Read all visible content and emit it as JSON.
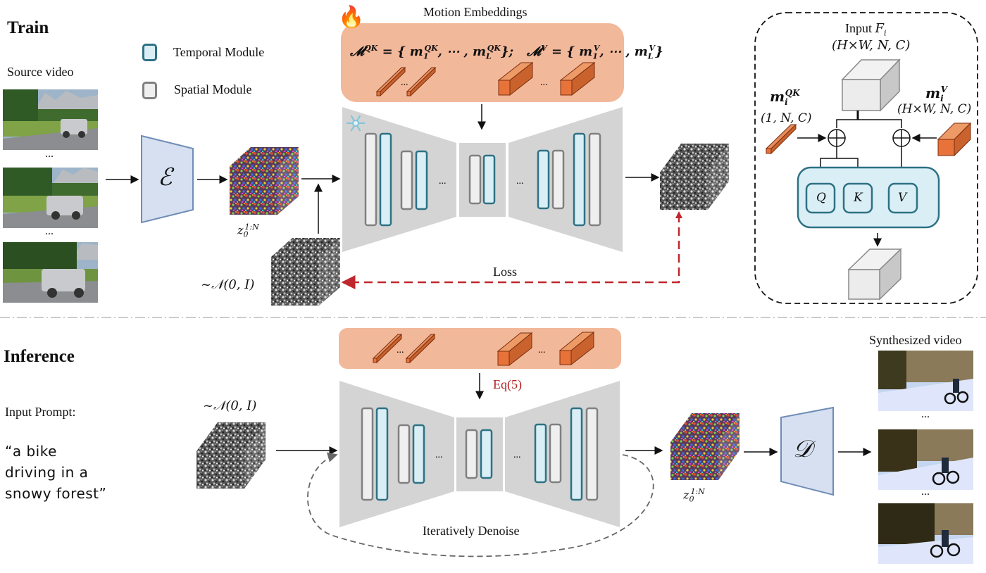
{
  "train": {
    "title": "Train",
    "source_video_label": "Source video",
    "ellipsis": "...",
    "legend": {
      "temporal": "Temporal Module",
      "spatial": "Spatial Module"
    },
    "motion_embeddings_title": "Motion Embeddings",
    "mqk_formula": "𝓜^QK = { m₁^QK, ⋯, m_L^QK };",
    "mv_formula": "𝓜^V = { m₁^V, ⋯, m_L^V }",
    "encoder_symbol": "ℰ",
    "latent_label": "z₀^{1:N}",
    "noise_label": "~𝒩(0, I)",
    "loss_label": "Loss",
    "frozen_icon": "snowflake-icon",
    "trainable_icon": "fire-icon"
  },
  "detail": {
    "input_label": "Input F_i",
    "input_shape": "(H×W, N, C)",
    "mqk_label": "m_i^QK",
    "mqk_shape": "(1, N, C)",
    "mv_label": "m_i^V",
    "mv_shape": "(H×W, N, C)",
    "q": "Q",
    "k": "K",
    "v": "V"
  },
  "inference": {
    "title": "Inference",
    "input_prompt_label": "Input Prompt:",
    "prompt_lines": [
      "“a bike",
      "driving in a",
      "snowy forest”"
    ],
    "noise_label": "~𝒩(0, I)",
    "eq_label": "Eq(5)",
    "denoise_label": "Iteratively Denoise",
    "latent_label": "z₀^{1:N}",
    "decoder_symbol": "𝒟",
    "synth_label": "Synthesized video",
    "ellipsis": "..."
  },
  "colors": {
    "temporal_fill": "#d9eef5",
    "temporal_stroke": "#2e7184",
    "spatial_fill": "#efefef",
    "spatial_stroke": "#808080",
    "embedding_bg": "#f2b89a",
    "embedding_block": "#e8733a",
    "unet_gray": "#d4d4d4",
    "coder_fill": "#d6e0f0",
    "loss_red": "#c0272d",
    "eq_red": "#b22222"
  }
}
